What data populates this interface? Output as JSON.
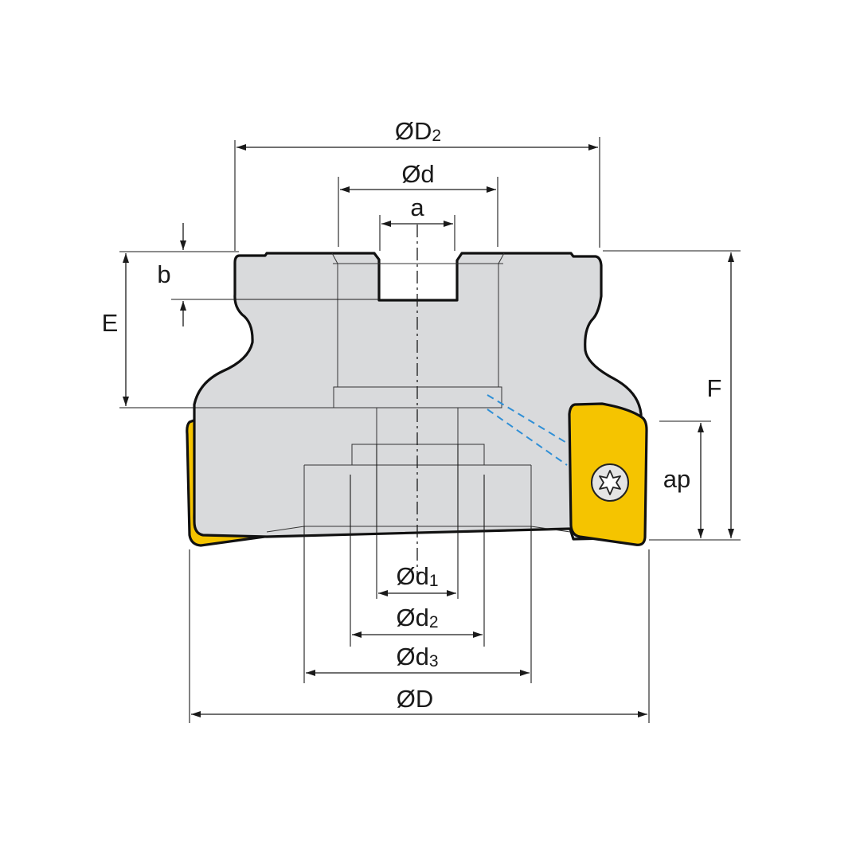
{
  "colors": {
    "body_fill": "#d9dadc",
    "insert_fill": "#f5c400",
    "coolant_line": "#2f8fd6",
    "outline": "#111111"
  },
  "labels": {
    "D2": {
      "main": "ØD",
      "sub": "2"
    },
    "d": {
      "main": "Ød"
    },
    "a": {
      "main": "a"
    },
    "b": {
      "main": "b"
    },
    "E": {
      "main": "E"
    },
    "F": {
      "main": "F"
    },
    "ap": {
      "main": "ap"
    },
    "d1": {
      "main": "Ød",
      "sub": "1"
    },
    "d2": {
      "main": "Ød",
      "sub": "2"
    },
    "d3": {
      "main": "Ød",
      "sub": "3"
    },
    "D": {
      "main": "ØD"
    }
  },
  "icons": {
    "insert_screw": "torx-screw-icon"
  }
}
